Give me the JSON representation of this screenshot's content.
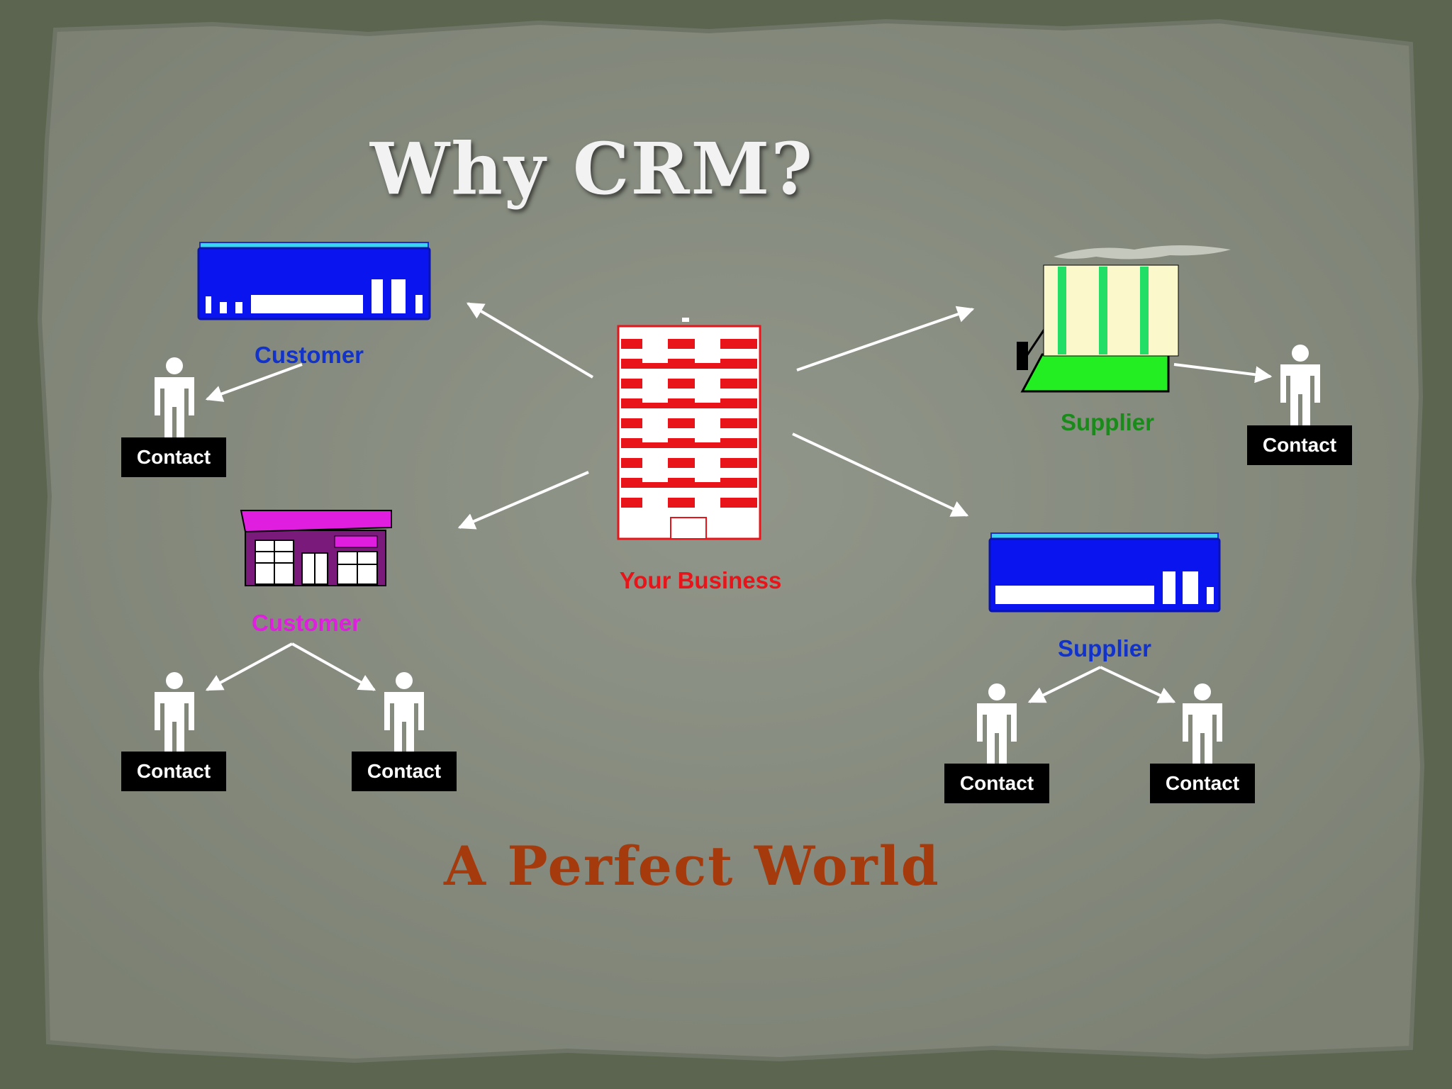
{
  "title": "Why CRM?",
  "subtitle": "A Perfect World",
  "center": {
    "label": "Your Business",
    "color": "#e8141a"
  },
  "nodes": [
    {
      "label": "Customer",
      "color": "#1133cc",
      "contacts": [
        "Contact"
      ]
    },
    {
      "label": "Customer",
      "color": "#e01ee0",
      "contacts": [
        "Contact",
        "Contact"
      ]
    },
    {
      "label": "Supplier",
      "color": "#1a8a1a",
      "contacts": [
        "Contact"
      ]
    },
    {
      "label": "Supplier",
      "color": "#1133cc",
      "contacts": [
        "Contact",
        "Contact"
      ]
    }
  ],
  "colors": {
    "slide_paper": "#8a8f82",
    "frame": "#5c6550",
    "title": "#f2f2f2",
    "subtitle": "#a53a0c",
    "arrow": "#ffffff",
    "contact_box": "#000000"
  },
  "icons": {
    "center": "office-tower-icon",
    "customer_1": "warehouse-icon",
    "customer_2": "storefront-icon",
    "supplier_1": "factory-icon",
    "supplier_2": "warehouse-icon",
    "contact": "person-icon"
  }
}
